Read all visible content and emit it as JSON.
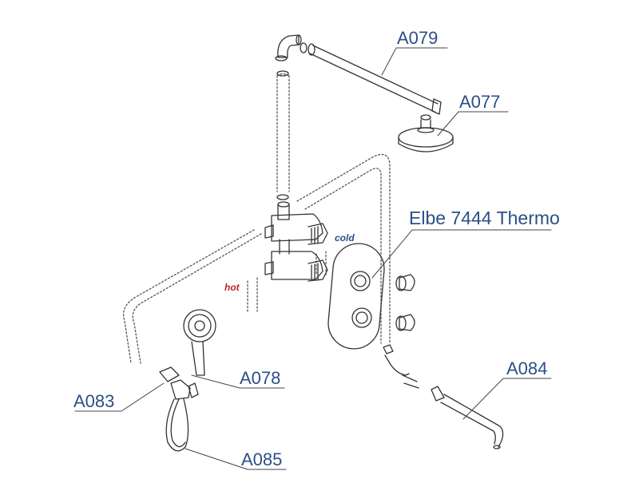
{
  "labels": {
    "a079": "A079",
    "a077": "A077",
    "elbe": "Elbe 7444 Thermo",
    "a078": "A078",
    "a083": "A083",
    "a084": "A084",
    "a085": "A085"
  },
  "tags": {
    "cold": "cold",
    "hot": "hot"
  },
  "colors": {
    "label": "#2c4f86",
    "cold": "#2c4f86",
    "hot": "#c0262c",
    "line": "#3a3a3a"
  }
}
